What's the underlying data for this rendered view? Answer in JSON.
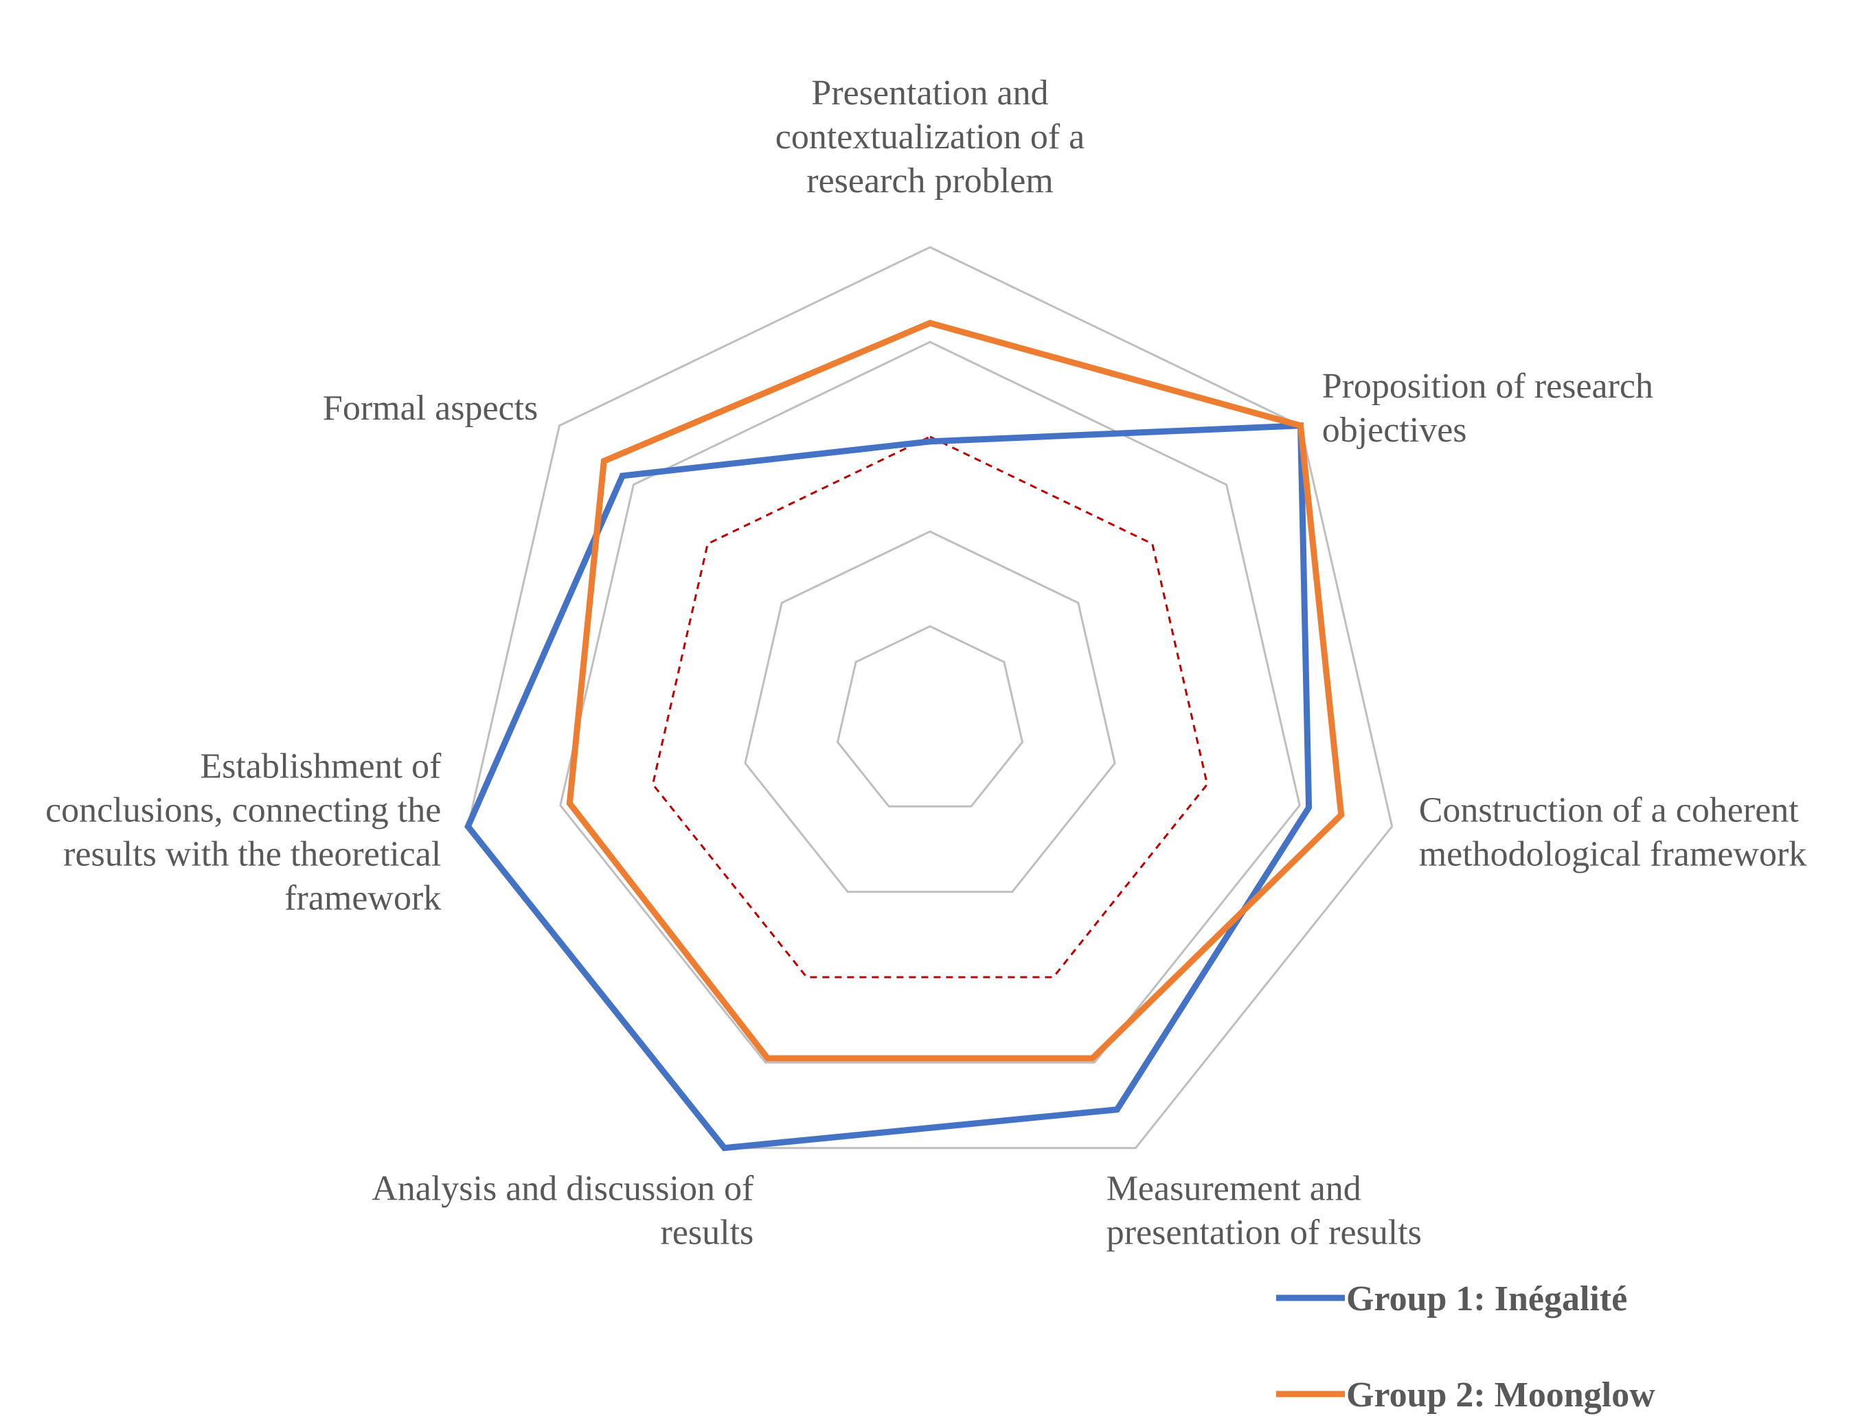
{
  "chart_data": {
    "type": "radar",
    "title": "",
    "categories": [
      "Presentation and contextualization of a research problem",
      "Proposition of research objectives",
      "Construction of a coherent methodological framework",
      "Measurement and presentation of results",
      "Analysis and discussion of results",
      "Establishment of conclusions, connecting the results with the theoretical framework",
      "Formal aspects"
    ],
    "category_lines": [
      [
        "Presentation and",
        "contextualization of a",
        "research problem"
      ],
      [
        "Proposition of research",
        "objectives"
      ],
      [
        "Construction of a coherent",
        "methodological framework"
      ],
      [
        "Measurement and",
        "presentation of results"
      ],
      [
        "Analysis and discussion of",
        "results"
      ],
      [
        "Establishment of",
        "conclusions, connecting the",
        "results with the theoretical",
        "framework"
      ],
      [
        "Formal aspects"
      ]
    ],
    "rlim": [
      0,
      5
    ],
    "grid_levels": [
      1,
      2,
      3,
      4,
      5
    ],
    "grid_color": "#bfbfbf",
    "reference": {
      "value": 3,
      "style": "dashed",
      "color": "#c00000"
    },
    "series": [
      {
        "name": "Group 1: Inégalité",
        "color": "#4472c4",
        "values": [
          2.95,
          5.0,
          4.1,
          4.55,
          5.0,
          5.0,
          4.15
        ]
      },
      {
        "name": "Group 2: Moonglow",
        "color": "#ed7d31",
        "values": [
          4.2,
          5.0,
          4.45,
          3.95,
          3.95,
          3.9,
          4.4
        ]
      }
    ],
    "legend_position": "bottom-right"
  }
}
